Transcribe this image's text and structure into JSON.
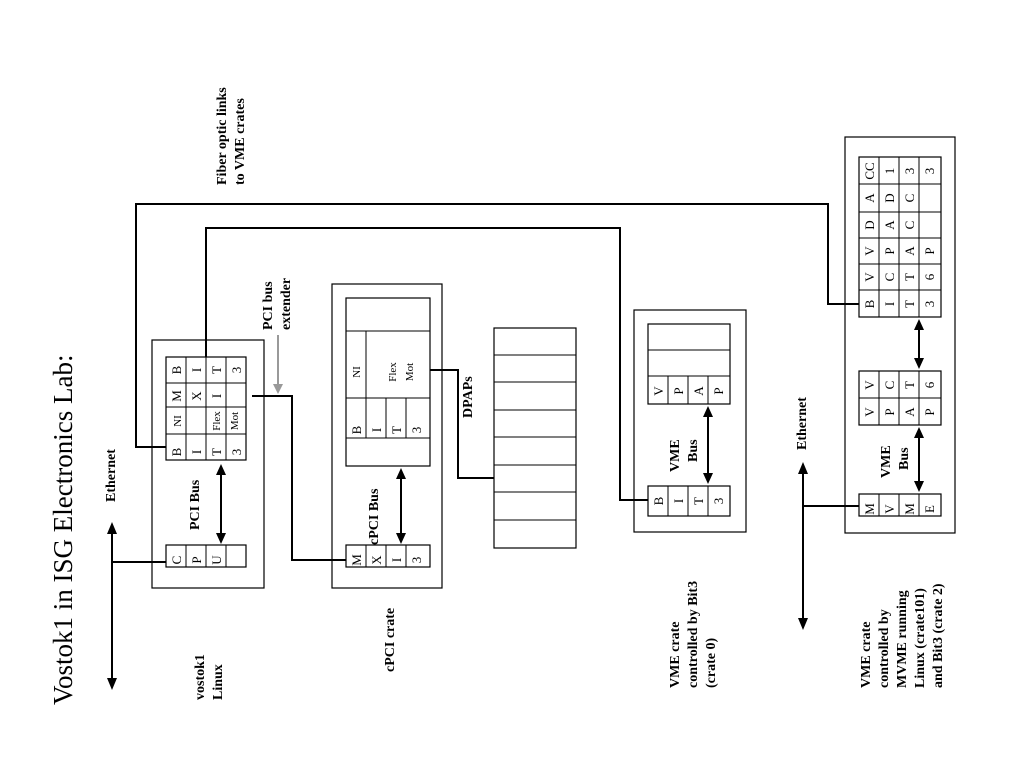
{
  "title": "Vostok1 in ISG Electronics Lab:",
  "labels": {
    "ethernet_left": "Ethernet",
    "ethernet_right": "Ethernet",
    "fiber": [
      "Fiber optic links",
      "to VME crates"
    ],
    "pci_ext": [
      "PCI bus",
      "extender"
    ],
    "dpaps": "DPAPs",
    "pci_bus": "PCI Bus",
    "cpci_bus": "cPCI Bus",
    "vme_bus_mid": [
      "VME",
      "Bus"
    ],
    "vme_bus_right": [
      "VME",
      "Bus"
    ],
    "vostok": [
      "vostok1",
      "Linux"
    ],
    "cpci_crate": "cPCI crate",
    "vme_crate0": [
      "VME crate",
      "controlled by Bit3",
      "(crate 0)"
    ],
    "vme_crate101": [
      "VME crate",
      "controlled by",
      "MVME running",
      "Linux (crate101)",
      "and Bit3 (crate 2)"
    ]
  },
  "cards": {
    "cpu": [
      "C",
      "P",
      "U",
      ""
    ],
    "bit3_vostok": [
      "B",
      "I",
      "T",
      "3"
    ],
    "ni_flex": [
      "NI",
      "",
      "Flex",
      "Mot"
    ],
    "mxi": [
      "M",
      "X",
      "I",
      ""
    ],
    "bit3_vostok_b": [
      "B",
      "I",
      "T",
      "3"
    ],
    "mxi_cpci": [
      "M",
      "X",
      "I",
      "3"
    ],
    "bit3_cpci": [
      "B",
      "I",
      "T",
      "3"
    ],
    "ni_flex_cpci": [
      "NI",
      "",
      "Flex",
      "Mot"
    ],
    "bit3_vme0": [
      "B",
      "I",
      "T",
      "3"
    ],
    "vpap": [
      "V",
      "P",
      "A",
      "P"
    ],
    "mvme": [
      "M",
      "V",
      "M",
      "E"
    ],
    "vpat6": [
      "V",
      "P",
      "A",
      "P"
    ],
    "vct6": [
      "V",
      "C",
      "T",
      "6"
    ],
    "bit3_vme": [
      "B",
      "I",
      "T",
      "3"
    ],
    "vct6b": [
      "V",
      "C",
      "T",
      "6"
    ],
    "vpap2": [
      "V",
      "P",
      "A",
      "P"
    ],
    "dpac": [
      "D",
      "A",
      "C",
      ""
    ],
    "adc": [
      "A",
      "D",
      "C",
      ""
    ],
    "cc": [
      "CC",
      "1",
      "3",
      "3"
    ]
  }
}
